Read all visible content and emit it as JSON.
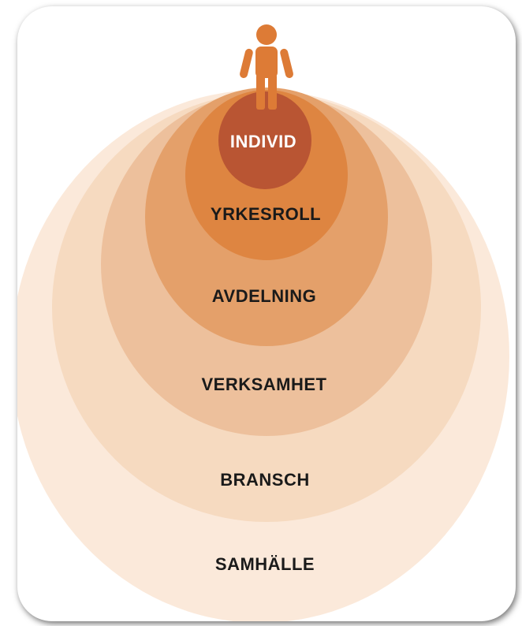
{
  "diagram": {
    "layers": [
      {
        "label": "SAMHÄLLE",
        "fill": "#FBE9DA",
        "text_color": "#1a1a1a"
      },
      {
        "label": "BRANSCH",
        "fill": "#F6DAC0",
        "text_color": "#1a1a1a"
      },
      {
        "label": "VERKSAMHET",
        "fill": "#EDC09C",
        "text_color": "#1a1a1a"
      },
      {
        "label": "AVDELNING",
        "fill": "#E4A06A",
        "text_color": "#1a1a1a"
      },
      {
        "label": "YRKESROLL",
        "fill": "#DE8541",
        "text_color": "#1a1a1a"
      },
      {
        "label": "INDIVID",
        "fill": "#B95533",
        "text_color": "#ffffff"
      }
    ],
    "person_icon": {
      "name": "person-icon",
      "color": "#DD7B36"
    }
  }
}
